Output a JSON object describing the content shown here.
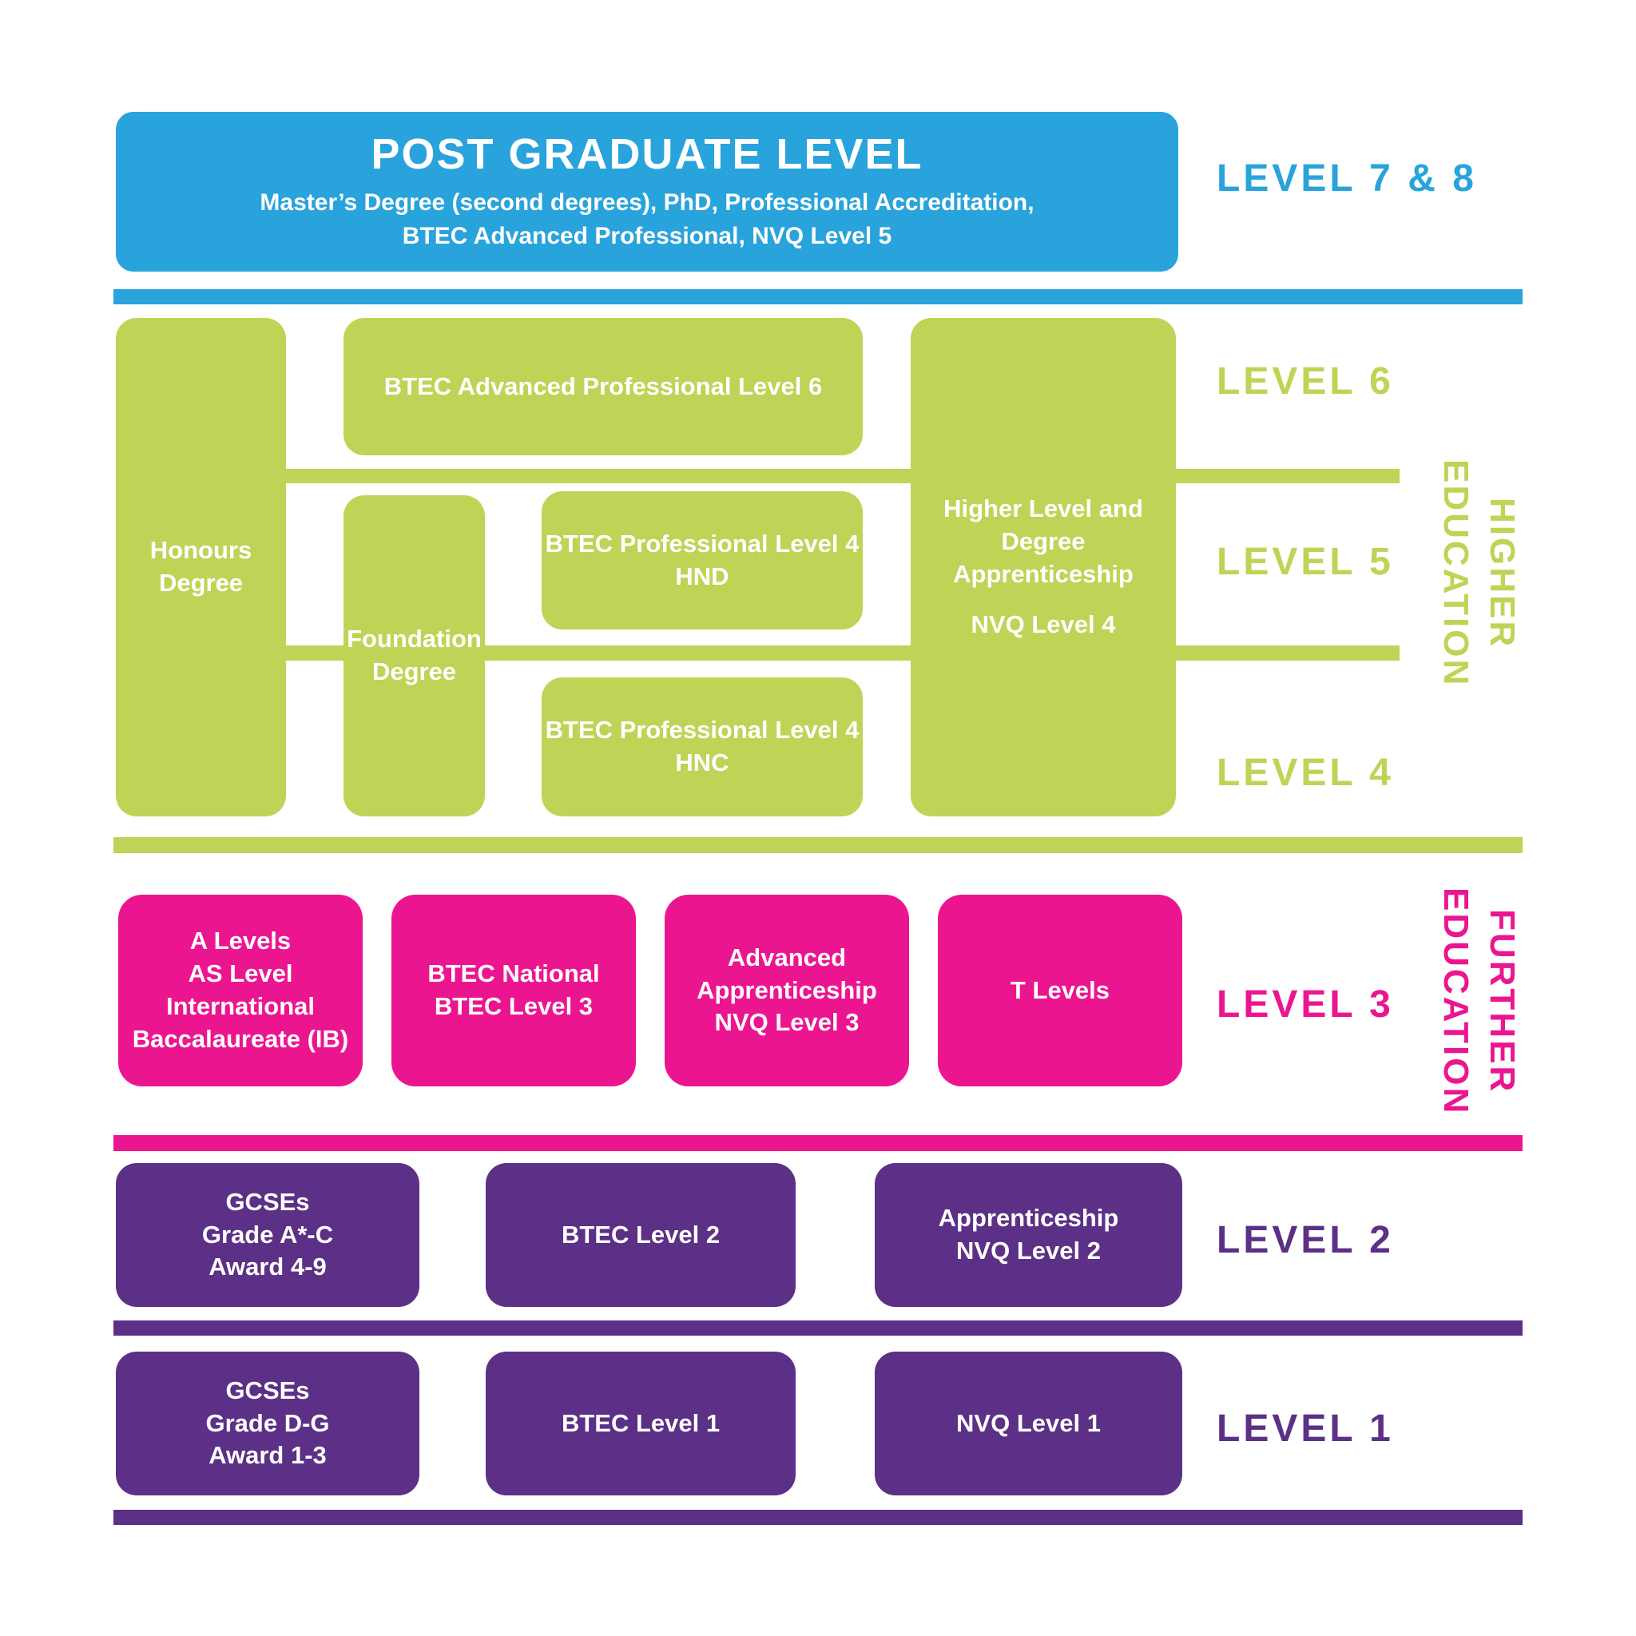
{
  "postgraduate": {
    "title": "POST GRADUATE LEVEL",
    "subtitle_line1": "Master’s Degree (second degrees), PhD, Professional Accreditation,",
    "subtitle_line2": "BTEC Advanced Professional, NVQ Level 5",
    "level_label": "LEVEL 7 & 8"
  },
  "higher_education": {
    "section_label_line1": "HIGHER",
    "section_label_line2": "EDUCATION",
    "level6_label": "LEVEL 6",
    "level5_label": "LEVEL 5",
    "level4_label": "LEVEL 4",
    "boxes": {
      "honours": "Honours\nDegree",
      "btec_level6": "BTEC Advanced Professional Level 6",
      "foundation": "Foundation\nDegree",
      "hnd": "BTEC Professional Level 4\nHND",
      "hnc": "BTEC Professional Level 4\nHNC",
      "apprenticeship_top": "Higher Level and\nDegree Apprenticeship",
      "apprenticeship_bottom": "NVQ Level 4"
    }
  },
  "further_education": {
    "section_label_line1": "FURTHER",
    "section_label_line2": "EDUCATION",
    "level3_label": "LEVEL 3",
    "boxes": {
      "a_levels": "A Levels\nAS Level\nInternational\nBaccalaureate (IB)",
      "btec_national": "BTEC National\nBTEC Level 3",
      "advanced_apprenticeship": "Advanced\nApprenticeship\nNVQ Level 3",
      "t_levels": "T Levels"
    }
  },
  "level2": {
    "level_label": "LEVEL 2",
    "boxes": {
      "gcses": "GCSEs\nGrade A*-C\nAward 4-9",
      "btec": "BTEC Level 2",
      "apprenticeship": "Apprenticeship\nNVQ Level 2"
    }
  },
  "level1": {
    "level_label": "LEVEL 1",
    "boxes": {
      "gcses": "GCSEs\nGrade D-G\nAward 1-3",
      "btec": "BTEC Level 1",
      "nvq": "NVQ Level 1"
    }
  },
  "colors": {
    "blue": "#29A3DB",
    "green": "#BED456",
    "pink": "#EC1590",
    "purple": "#5C3086"
  }
}
